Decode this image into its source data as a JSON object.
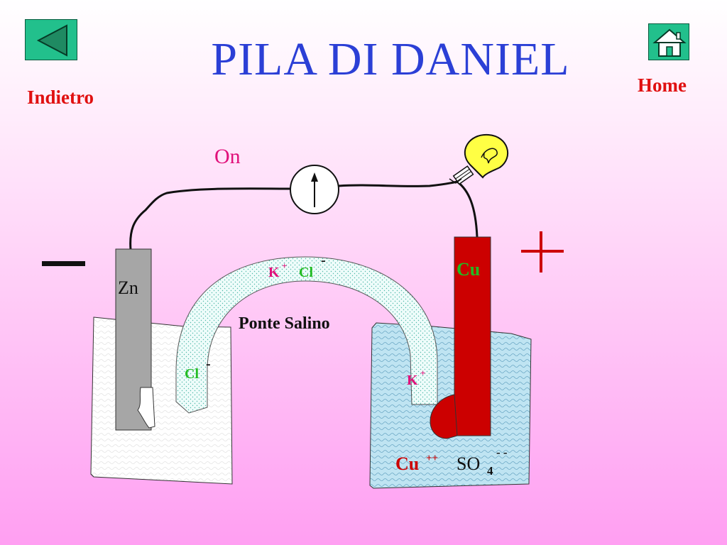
{
  "title": "PILA DI DANIEL",
  "nav": {
    "back_label": "Indietro",
    "home_label": "Home"
  },
  "switch_label": "On",
  "electrodes": {
    "anode": {
      "symbol": "Zn",
      "sign": "−"
    },
    "cathode": {
      "symbol": "Cu",
      "sign": "+"
    }
  },
  "salt_bridge": {
    "label": "Ponte Salino",
    "ions": {
      "top_cation": {
        "base": "K",
        "charge": "+"
      },
      "top_anion": {
        "base": "Cl",
        "charge": "-"
      },
      "left_anion": {
        "base": "Cl",
        "charge": "-"
      },
      "right_cation": {
        "base": "K",
        "charge": "+"
      }
    }
  },
  "solution": {
    "cation": {
      "base": "Cu",
      "charge": "++"
    },
    "anion": {
      "base": "SO",
      "subscript": "4",
      "charge": "- -"
    }
  },
  "colors": {
    "title": "#2b3fd6",
    "nav_red": "#e01010",
    "zinc": "#a6a6a6",
    "copper": "#cc0000",
    "ion_magenta": "#e0117a",
    "ion_green": "#22bb22",
    "solution_blue": "#bfe4f2"
  }
}
